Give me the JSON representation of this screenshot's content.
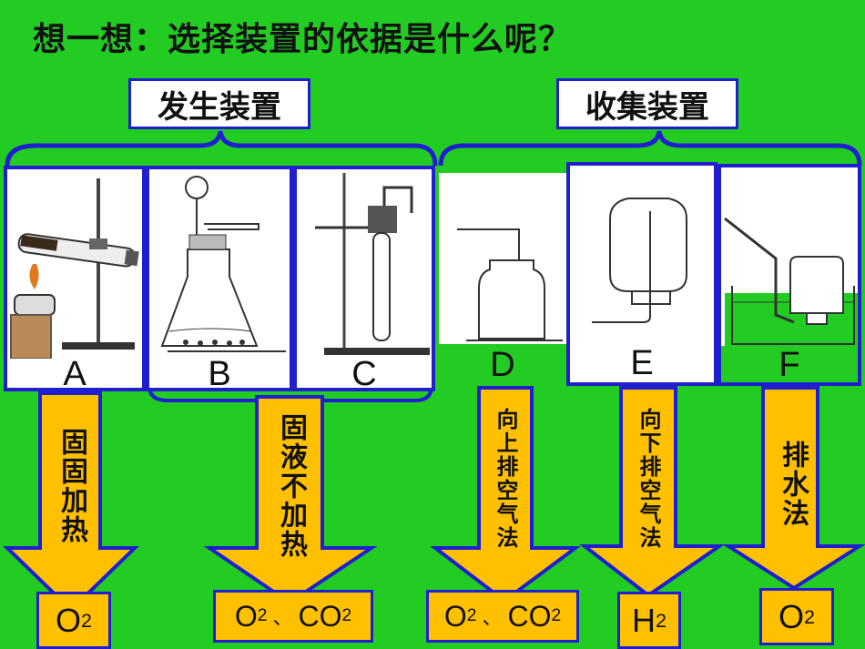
{
  "title": "想一想：选择装置的依据是什么呢？",
  "groups": {
    "generation": "发生装置",
    "collection": "收集装置"
  },
  "panels": [
    {
      "letter": "A"
    },
    {
      "letter": "B"
    },
    {
      "letter": "C"
    },
    {
      "letter": "D"
    },
    {
      "letter": "E"
    },
    {
      "letter": "F"
    }
  ],
  "arrows": [
    {
      "text": "固固加热"
    },
    {
      "text": "固液不加热"
    },
    {
      "text": "向上排空气法"
    },
    {
      "text": "向下排空气法"
    },
    {
      "text": "排水法"
    }
  ],
  "results": [
    {
      "main": "O",
      "sub": "2",
      "rest": ""
    },
    {
      "main": "O",
      "sub": "2",
      "sep": "、",
      "main2": "CO",
      "sub2": "2"
    },
    {
      "main": "O",
      "sub": "2",
      "sep": "、",
      "main2": "CO",
      "sub2": "2"
    },
    {
      "main": "H",
      "sub": "2",
      "rest": ""
    },
    {
      "main": "O",
      "sub": "2",
      "rest": ""
    }
  ],
  "colors": {
    "background": "#22cc22",
    "frame": "#1f1fd0",
    "arrow": "#ffc000"
  }
}
